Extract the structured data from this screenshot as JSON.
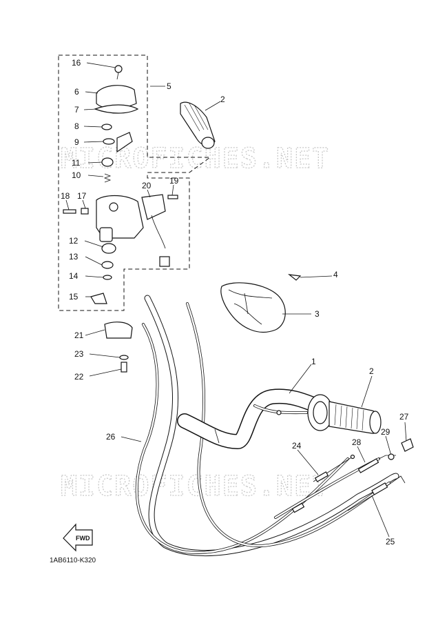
{
  "watermark": "MICROFICHES.NET",
  "diagram_code": "1AB6110-K320",
  "fwd_label": "FWD",
  "callouts": [
    "1",
    "2",
    "2",
    "3",
    "4",
    "5",
    "6",
    "7",
    "8",
    "9",
    "10",
    "11",
    "12",
    "13",
    "14",
    "15",
    "16",
    "17",
    "18",
    "19",
    "20",
    "21",
    "22",
    "23",
    "24",
    "25",
    "26",
    "27",
    "28",
    "29"
  ]
}
